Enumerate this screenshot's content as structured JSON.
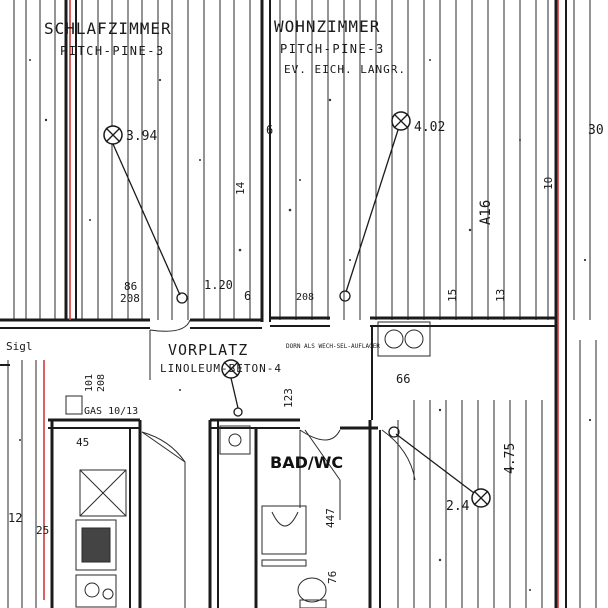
{
  "rooms": {
    "schlafzimmer": {
      "name": "SCHLAFZIMMER",
      "floor": "PITCH-PINE-3"
    },
    "wohnzimmer": {
      "name": "WOHNZIMMER",
      "floor": "PITCH-PINE-3",
      "note": "EV. EICH. LANGR."
    },
    "vorplatz": {
      "name": "VORPLATZ",
      "floor": "LINOLEUM-BETON-4"
    },
    "bad_wc": {
      "name": "BAD/WC"
    }
  },
  "annotations": {
    "light_left": "3.94",
    "light_right": "4.02",
    "light_lower": "2.4",
    "gas": "GAS 10/13",
    "note_wechsel": "DORN ALS WECH-SEL-AUFLAGER",
    "dim_416": "A16",
    "dim_475": "4.75",
    "dim_120": "1.20",
    "dim_123": "123",
    "dim_86": "86",
    "dim_208a": "208",
    "dim_208b": "208",
    "dim_101": "101",
    "dim_208c": "208",
    "dim_45": "45",
    "dim_6a": "6",
    "dim_6b": "6",
    "dim_66": "66",
    "dim_447": "447",
    "dim_76": "76",
    "dim_13": "13",
    "dim_15": "15",
    "dim_10": "10",
    "dim_14": "14",
    "dim_12": "12",
    "dim_25": "25",
    "dim_30": "30",
    "dim_hist_left": "Sigl"
  },
  "colors": {
    "ink": "#1a1a1a",
    "redline": "#d23a3a",
    "paper": "#ffffff"
  }
}
